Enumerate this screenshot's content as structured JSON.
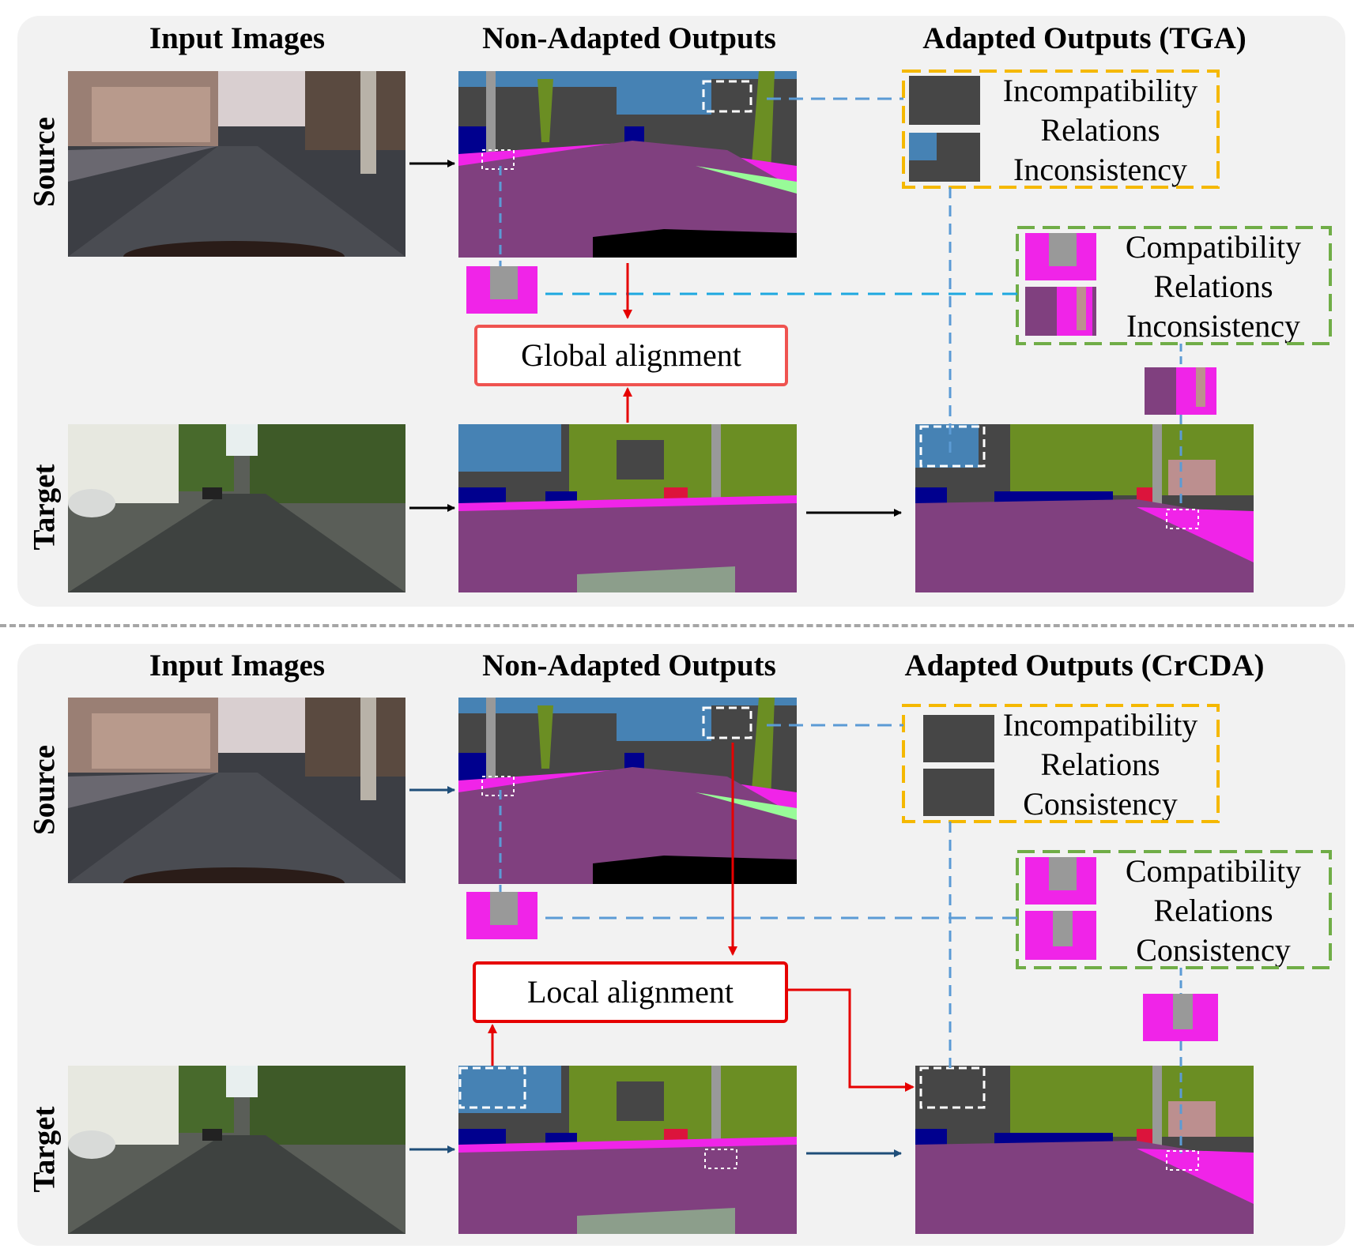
{
  "top": {
    "headers": {
      "input": "Input Images",
      "non_adapted": "Non-Adapted Outputs",
      "adapted": "Adapted Outputs (TGA)"
    },
    "row_labels": {
      "source": "Source",
      "target": "Target"
    },
    "incompat_box": {
      "line1": "Incompatibility",
      "line2": "Relations",
      "line3": "Inconsistency"
    },
    "compat_box": {
      "line1": "Compatibility",
      "line2": "Relations",
      "line3": "Inconsistency"
    },
    "alignment": "Global alignment"
  },
  "bottom": {
    "headers": {
      "input": "Input Images",
      "non_adapted": "Non-Adapted Outputs",
      "adapted": "Adapted Outputs (CrCDA)"
    },
    "row_labels": {
      "source": "Source",
      "target": "Target"
    },
    "incompat_box": {
      "line1": "Incompatibility",
      "line2": "Relations",
      "line3": "Consistency"
    },
    "compat_box": {
      "line1": "Compatibility",
      "line2": "Relations",
      "line3": "Consistency"
    },
    "alignment": "Local alignment"
  },
  "colors": {
    "road": "#80407f",
    "sidewalk": "#f024e8",
    "building": "#464646",
    "vegetation": "#6b8e23",
    "sky": "#4682b4",
    "car": "#00008e",
    "pole": "#999999",
    "person": "#dc143c",
    "terrain": "#98fb98",
    "red_arrow": "#e60000",
    "blue_dash": "#5b9bd5",
    "yellow_dash": "#f5b800",
    "green_dash": "#70ad47"
  }
}
